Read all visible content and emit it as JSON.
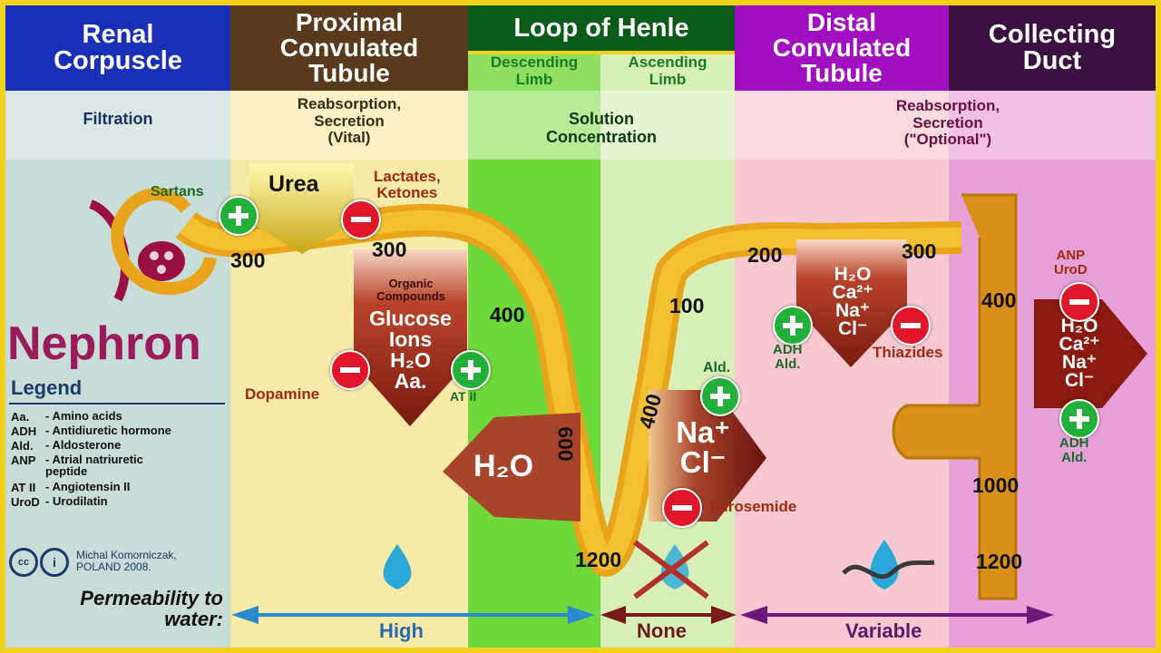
{
  "title": "Nephron",
  "sections": {
    "renal_corpuscle": "Renal\nCorpuscle",
    "proximal": "Proximal\nConvulated\nTubule",
    "loop": "Loop of Henle",
    "distal": "Distal\nConvulated\nTubule",
    "collecting": "Collecting\nDuct"
  },
  "limbs": {
    "descending": "Descending\nLimb",
    "ascending": "Ascending\nLimb"
  },
  "functions": {
    "filtration": "Filtration",
    "proximal": "Reabsorption,\nSecretion\n(Vital)",
    "loop": "Solution\nConcentration",
    "distal": "Reabsorption,\nSecretion\n(\"Optional\")"
  },
  "substances": {
    "urea": "Urea",
    "lactates": "Lactates,\nKetones",
    "organic": "Organic\nCompounds",
    "glucose_ions": "Glucose\nIons\nH₂O\nAa.",
    "h2o": "H₂O",
    "nacl": "Na⁺\nCl⁻",
    "distal_box": "H₂O\nCa²⁺\nNa⁺\nCl⁻",
    "collecting_box": "H₂O\nCa²⁺\nNa⁺\nCl⁻"
  },
  "drugs": {
    "sartans": "Sartans",
    "dopamine": "Dopamine",
    "at2": "AT II",
    "ald": "Ald.",
    "furosemide": "Furosemide",
    "adh_ald_distal": "ADH\nAld.",
    "thiazides": "Thiazides",
    "anp_urod": "ANP\nUroD",
    "adh_ald_collecting": "ADH\nAld."
  },
  "osmolarity": {
    "c300": "300",
    "p300": "300",
    "d400": "400",
    "d600": "600",
    "bottom1200": "1200",
    "a400": "400",
    "a100": "100",
    "dt200": "200",
    "dt300": "300",
    "cd400": "400",
    "cd1000": "1000",
    "cd1200": "1200"
  },
  "legend": {
    "title": "Legend",
    "items": [
      {
        "abbr": "Aa.",
        "desc": "- Amino acids"
      },
      {
        "abbr": "ADH",
        "desc": "- Antidiuretic hormone"
      },
      {
        "abbr": "Ald.",
        "desc": "- Aldosterone"
      },
      {
        "abbr": "ANP",
        "desc": "- Atrial natriuretic\n  peptide"
      },
      {
        "abbr": "AT II",
        "desc": "- Angiotensin II"
      },
      {
        "abbr": "UroD",
        "desc": "- Urodilatin"
      }
    ]
  },
  "credit": "Michal Komorniczak,\nPOLAND 2008.",
  "permeability": {
    "label": "Permeability to\nwater:",
    "high": "High",
    "none": "None",
    "variable": "Variable"
  },
  "colors": {
    "renal": "#1a2fb8",
    "proximal": "#5a3a1c",
    "loop": "#0a5a18",
    "distal": "#a010c0",
    "collecting": "#3a1040",
    "tubule": "#e8a41a",
    "title": "#9a1a5a"
  }
}
